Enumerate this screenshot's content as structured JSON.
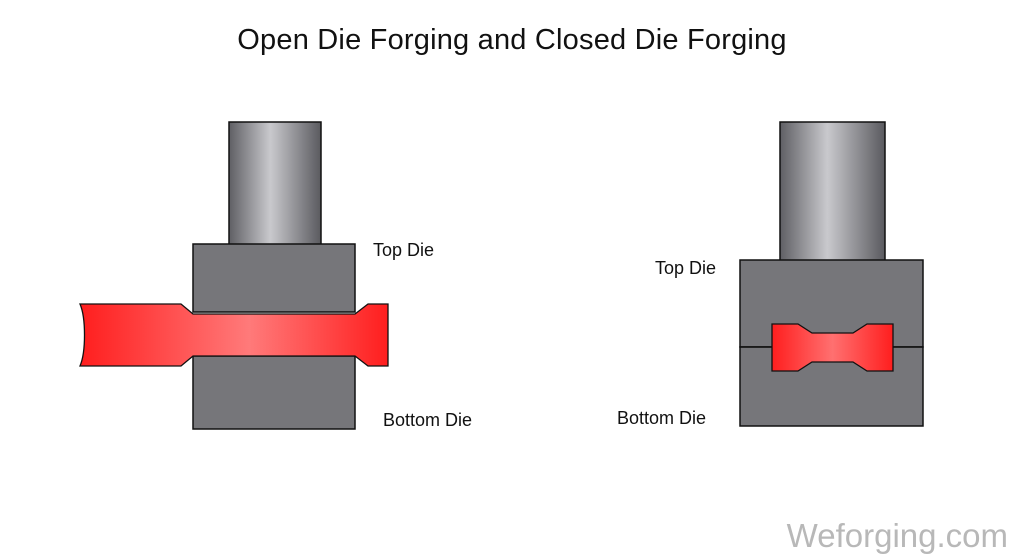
{
  "title": "Open Die Forging and Closed Die Forging",
  "open_die": {
    "top_label": "Top Die",
    "bottom_label": "Bottom Die"
  },
  "closed_die": {
    "top_label": "Top Die",
    "bottom_label": "Bottom Die"
  },
  "watermark": "Weforging.com",
  "colors": {
    "die_gray": "#76767a",
    "workpiece_red": "#ff2a2a",
    "outline": "#111111"
  }
}
